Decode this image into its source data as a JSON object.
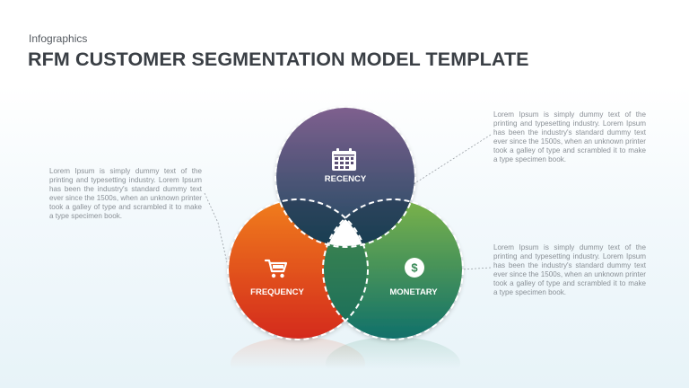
{
  "header": {
    "subtitle": "Infographics",
    "title": "RFM CUSTOMER SEGMENTATION MODEL TEMPLATE"
  },
  "segments": [
    {
      "label": "RECENCY",
      "icon": "calendar-icon",
      "color_top": "#7e5f8e",
      "color_bottom": "#1e4a60"
    },
    {
      "label": "FREQUENCY",
      "icon": "shopping-cart-icon",
      "color_top": "#f07d1b",
      "color_bottom": "#d42a1e"
    },
    {
      "label": "MONETARY",
      "icon": "dollar-coin-icon",
      "color_top": "#7ab24a",
      "color_bottom": "#10706a"
    }
  ],
  "descriptions": {
    "left": "Lorem Ipsum is simply dummy text of the printing and typesetting industry. Lorem Ipsum has been the industry's standard dummy text ever since the 1500s, when an unknown printer took a galley of type and scrambled it to make a type specimen book.",
    "right_top": "Lorem Ipsum is simply dummy text of the printing and typesetting industry. Lorem Ipsum has been the industry's standard dummy text ever since the 1500s, when an unknown printer took a galley of type and scrambled it to make a type specimen book.",
    "right_bottom": "Lorem Ipsum is simply dummy text of the printing and typesetting industry. Lorem Ipsum has been the industry's standard dummy text ever since the 1500s, when an unknown printer took a galley of type and scrambled it to make a type specimen book."
  }
}
